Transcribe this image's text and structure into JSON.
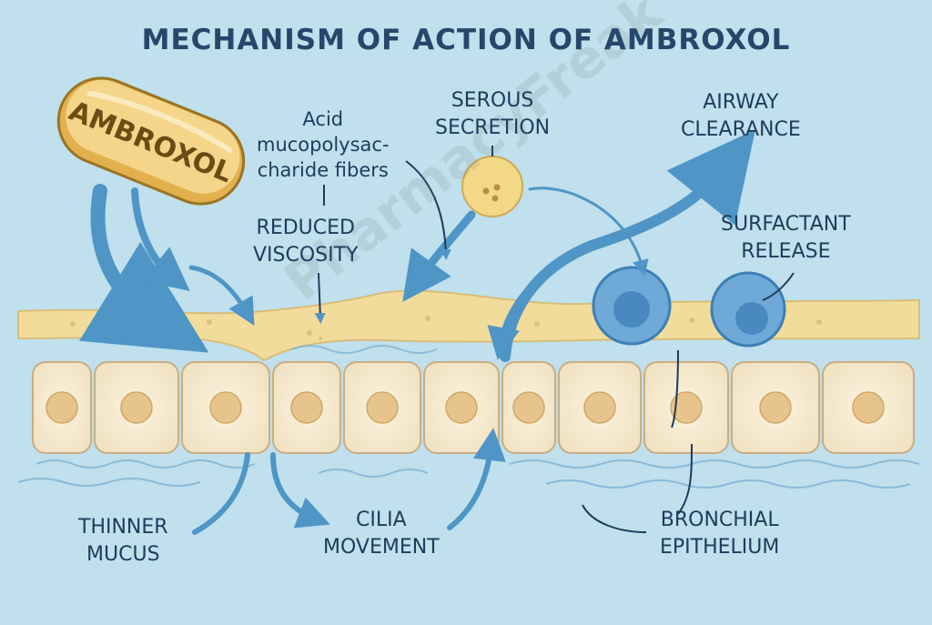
{
  "title": "MECHANISM OF ACTION OF AMBROXOL",
  "pill_label": "AMBROXOL",
  "labels": {
    "acid_fibers": [
      "Acid",
      "mucopolysac-",
      "charide fibers"
    ],
    "reduced_viscosity": [
      "REDUCED",
      "VISCOSITY"
    ],
    "serous_secretion": [
      "SEROUS",
      "SECRETION"
    ],
    "airway_clearance": [
      "AIRWAY",
      "CLEARANCE"
    ],
    "surfactant_release": [
      "SURFACTANT",
      "RELEASE"
    ],
    "thinner_mucus": [
      "THINNER",
      "MUCUS"
    ],
    "cilia_movement": [
      "CILIA",
      "MOVEMENT"
    ],
    "bronchial_epithelium": [
      "BRONCHIAL",
      "EPITHELIUM"
    ]
  },
  "watermark": "PharmacyFreak",
  "colors": {
    "background": "#bfe0ec",
    "mucus": "#f2dc9c",
    "cell": "#f8ecd2",
    "nucleus": "#e6c48c",
    "arrow": "#4f95c6",
    "text": "#1f3b5c"
  }
}
